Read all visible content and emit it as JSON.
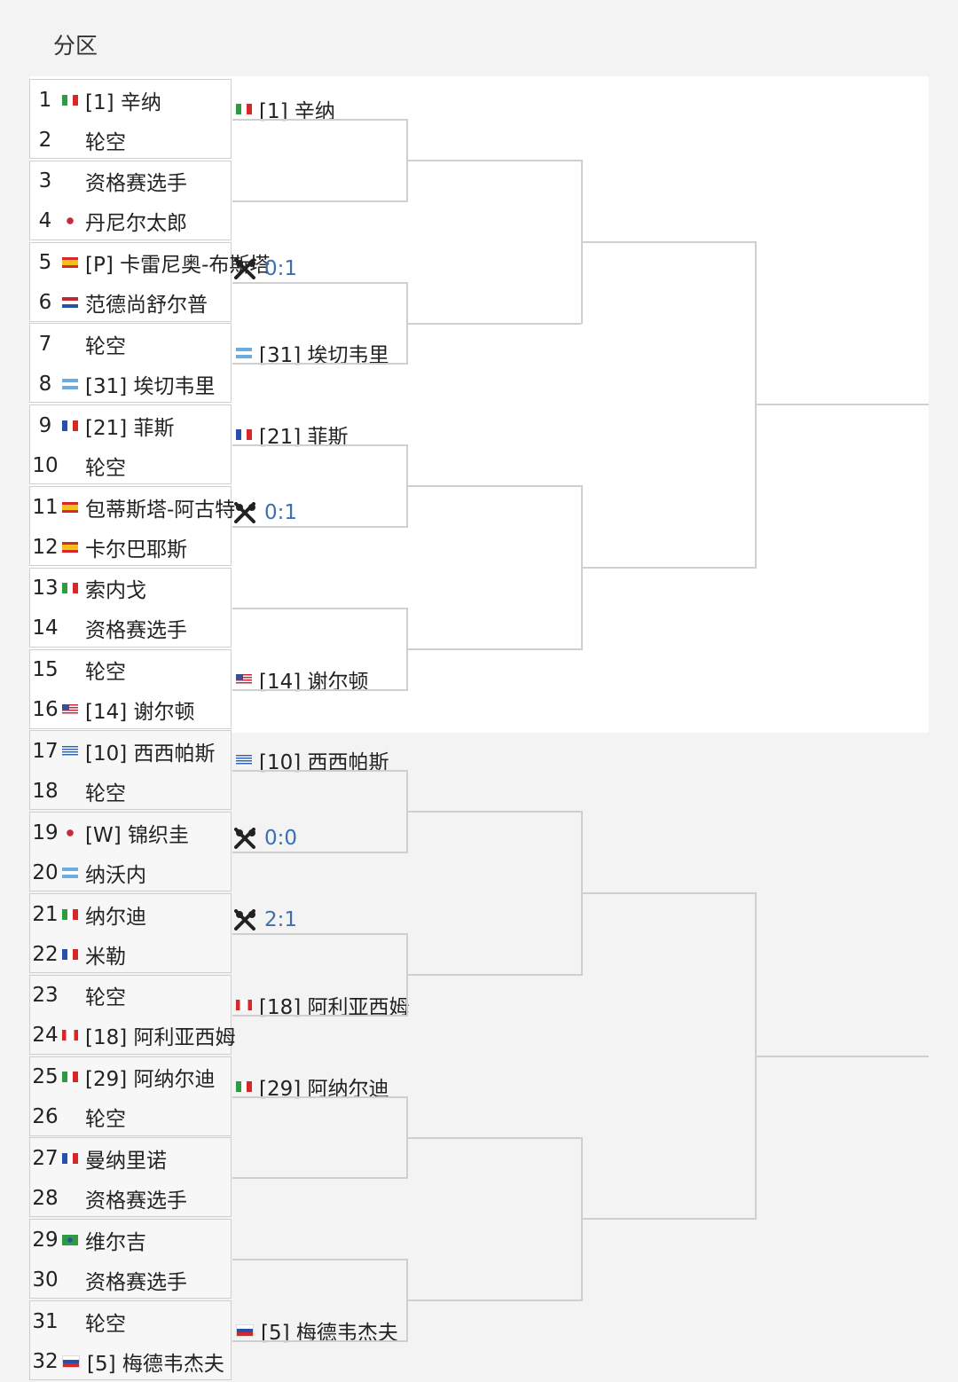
{
  "header": {
    "title": "分区"
  },
  "colors": {
    "accent_score": "#3a6fb0",
    "line": "#cfcfcf"
  },
  "flags": {
    "ita": [
      "#2e9a42",
      "#ffffff",
      "#d62828"
    ],
    "fra": [
      "#2850a8",
      "#ffffff",
      "#d62828"
    ],
    "esp": [
      "#d62828",
      "#f3c21a",
      "#d62828"
    ],
    "ned": [
      "#c0282e",
      "#ffffff",
      "#2850a8"
    ],
    "arg": [
      "#6cacde",
      "#ffffff",
      "#6cacde"
    ],
    "rus": [
      "#ffffff",
      "#2850a8",
      "#d62828"
    ],
    "jpn": "dot-red",
    "chn": "dot-red",
    "gre": "gre",
    "usa": "usa",
    "can": "can",
    "bra": "bra"
  },
  "round1": [
    {
      "num": "1",
      "flag": "ita",
      "name": "[1] 辛纳"
    },
    {
      "num": "2",
      "flag": "",
      "name": "轮空"
    },
    {
      "num": "3",
      "flag": "",
      "name": "资格赛选手"
    },
    {
      "num": "4",
      "flag": "jpn",
      "name": "丹尼尔太郎"
    },
    {
      "num": "5",
      "flag": "esp",
      "name": "[P] 卡雷尼奥-布斯塔"
    },
    {
      "num": "6",
      "flag": "ned",
      "name": "范德尚舒尔普"
    },
    {
      "num": "7",
      "flag": "",
      "name": "轮空"
    },
    {
      "num": "8",
      "flag": "arg",
      "name": "[31] 埃切韦里"
    },
    {
      "num": "9",
      "flag": "fra",
      "name": "[21] 菲斯"
    },
    {
      "num": "10",
      "flag": "",
      "name": "轮空"
    },
    {
      "num": "11",
      "flag": "esp",
      "name": "包蒂斯塔-阿古特"
    },
    {
      "num": "12",
      "flag": "esp",
      "name": "卡尔巴耶斯"
    },
    {
      "num": "13",
      "flag": "ita",
      "name": "索内戈"
    },
    {
      "num": "14",
      "flag": "",
      "name": "资格赛选手"
    },
    {
      "num": "15",
      "flag": "",
      "name": "轮空"
    },
    {
      "num": "16",
      "flag": "usa",
      "name": "[14] 谢尔顿"
    },
    {
      "num": "17",
      "flag": "gre",
      "name": "[10] 西西帕斯"
    },
    {
      "num": "18",
      "flag": "",
      "name": "轮空"
    },
    {
      "num": "19",
      "flag": "chn",
      "name": "[W] 锦织圭"
    },
    {
      "num": "20",
      "flag": "arg",
      "name": "纳沃内"
    },
    {
      "num": "21",
      "flag": "ita",
      "name": "纳尔迪"
    },
    {
      "num": "22",
      "flag": "fra",
      "name": "米勒"
    },
    {
      "num": "23",
      "flag": "",
      "name": "轮空"
    },
    {
      "num": "24",
      "flag": "can",
      "name": "[18] 阿利亚西姆"
    },
    {
      "num": "25",
      "flag": "ita",
      "name": "[29] 阿纳尔迪"
    },
    {
      "num": "26",
      "flag": "",
      "name": "轮空"
    },
    {
      "num": "27",
      "flag": "fra",
      "name": "曼纳里诺"
    },
    {
      "num": "28",
      "flag": "",
      "name": "资格赛选手"
    },
    {
      "num": "29",
      "flag": "bra",
      "name": "维尔吉"
    },
    {
      "num": "30",
      "flag": "",
      "name": "资格赛选手"
    },
    {
      "num": "31",
      "flag": "",
      "name": "轮空"
    },
    {
      "num": "32",
      "flag": "rus",
      "name": "[5] 梅德韦杰夫"
    }
  ],
  "round2": [
    {
      "type": "player",
      "flag": "ita",
      "text": "[1] 辛纳"
    },
    {
      "type": "empty"
    },
    {
      "type": "score",
      "text": "0:1"
    },
    {
      "type": "player",
      "flag": "arg",
      "text": "[31] 埃切韦里"
    },
    {
      "type": "player",
      "flag": "fra",
      "text": "[21] 菲斯"
    },
    {
      "type": "score",
      "text": "0:1"
    },
    {
      "type": "empty"
    },
    {
      "type": "player",
      "flag": "usa",
      "text": "[14] 谢尔顿"
    },
    {
      "type": "player",
      "flag": "gre",
      "text": "[10] 西西帕斯"
    },
    {
      "type": "score",
      "text": "0:0"
    },
    {
      "type": "score",
      "text": "2:1"
    },
    {
      "type": "player",
      "flag": "can",
      "text": "[18] 阿利亚西姆"
    },
    {
      "type": "player",
      "flag": "ita",
      "text": "[29] 阿纳尔迪"
    },
    {
      "type": "empty"
    },
    {
      "type": "empty"
    },
    {
      "type": "player",
      "flag": "rus",
      "text": "[5] 梅德韦杰夫"
    }
  ]
}
